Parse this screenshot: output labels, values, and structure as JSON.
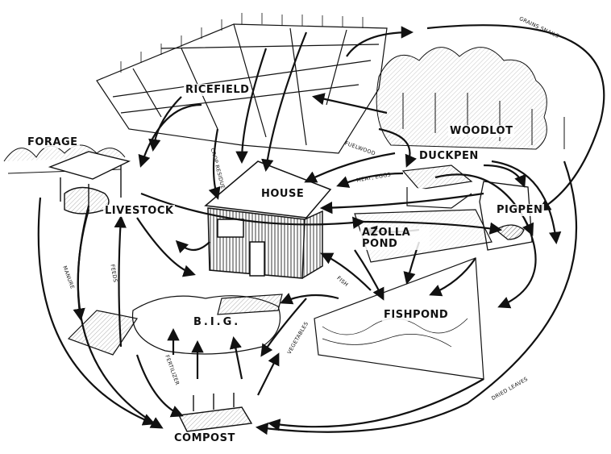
{
  "nodes": {
    "ricefield": "RICEFIELD",
    "forage": "FORAGE",
    "livestock": "LIVESTOCK",
    "house": "HOUSE",
    "duckpen": "DUCKPEN",
    "woodlot": "WOODLOT",
    "pigpen": "PIGPEN",
    "azolla_pond": "AZOLLA POND",
    "fishpond": "FISHPOND",
    "bis": "B.I.G.",
    "compost": "COMPOST"
  },
  "flows": {
    "manure": "MANURE",
    "feeds": "FEEDS",
    "grains_snails": "GRAINS SNAILS",
    "dried_leaves": "DRIED LEAVES",
    "fuelwood": "FUELWOOD",
    "vegetables": "VEGETABLES",
    "crop_residue": "CROP RESIDUE",
    "meat_eggs": "MEAT, EGGS",
    "fish": "FISH",
    "fertilizer": "FERTILIZER"
  }
}
